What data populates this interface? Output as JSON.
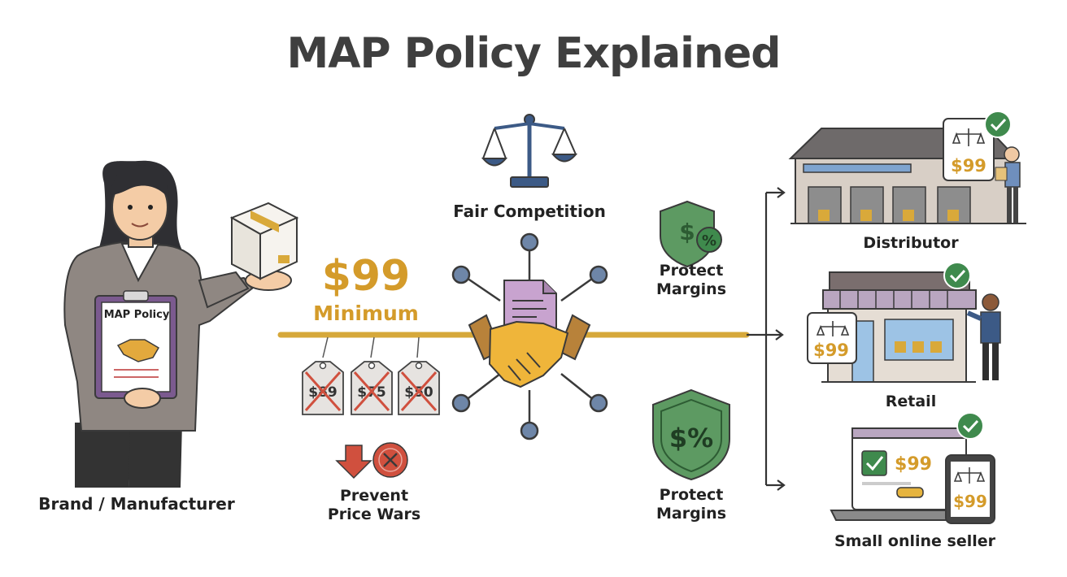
{
  "title": "MAP Policy Explained",
  "brand_label": "Brand / Manufacturer",
  "clipboard_label": "MAP Policy",
  "map_price": "$99",
  "map_minimum": "Minimum",
  "crossed_prices": [
    "$89",
    "$75",
    "$50"
  ],
  "fair_competition": "Fair Competition",
  "prevent_line1": "Prevent",
  "prevent_line2": "Price Wars",
  "protect_line1": "Protect",
  "protect_line2": "Margins",
  "channels": [
    "Distributor",
    "Retail",
    "Small online seller"
  ],
  "channel_price": "$99",
  "colors": {
    "gold": "#d49b2a",
    "navy": "#3c5a86",
    "green": "#3f8a4d",
    "red": "#d0503e",
    "purple": "#7c5a8e"
  }
}
